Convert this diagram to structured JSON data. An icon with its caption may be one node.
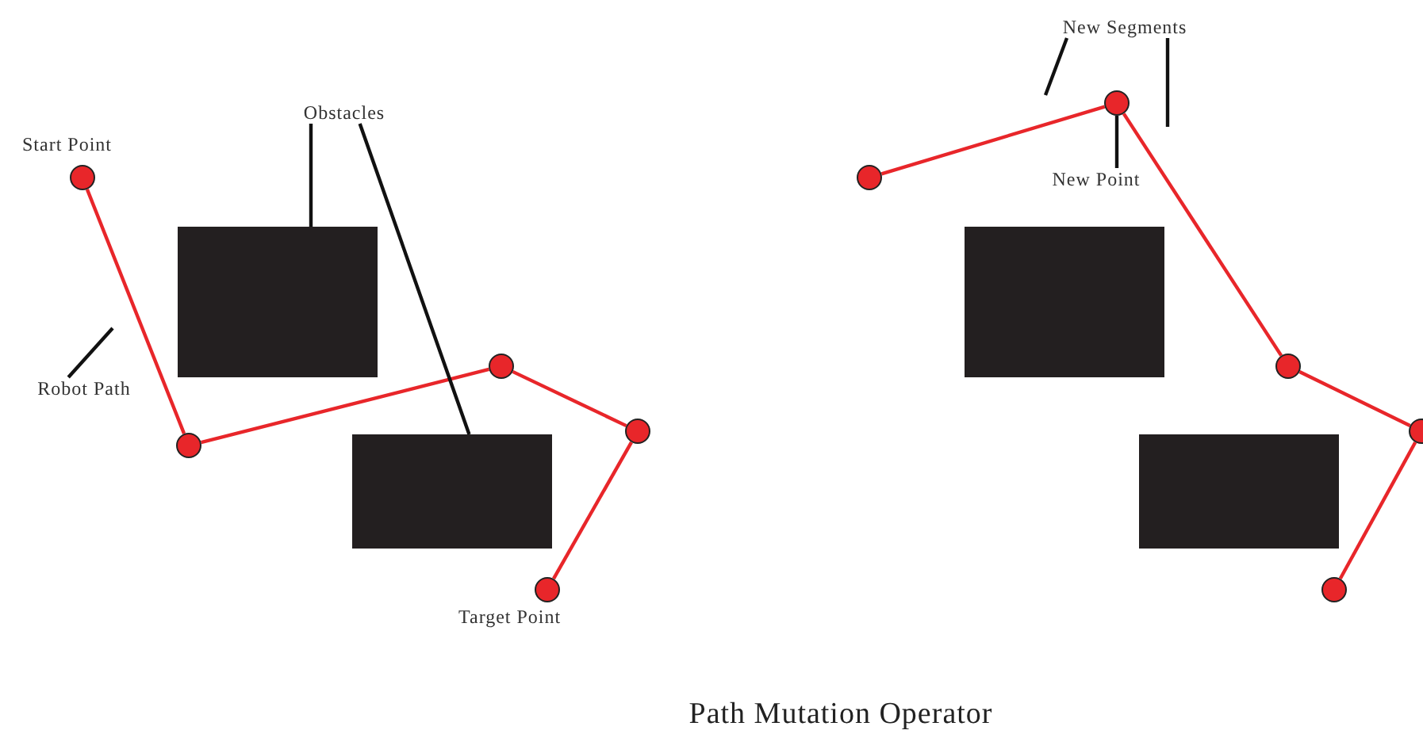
{
  "diagram": {
    "caption": "Path Mutation Operator",
    "nodes": [
      {
        "text": [
          "Obstacles"
        ]
      },
      {
        "text": [],
        "shape": "box"
      },
      {
        "text": [],
        "shape": "box"
      },
      {
        "text": [],
        "shape": "circle",
        "beside": [
          "Start Point"
        ]
      },
      {
        "text": [],
        "shape": "circle"
      },
      {
        "text": [],
        "shape": "circle"
      },
      {
        "text": [],
        "shape": "circle"
      },
      {
        "text": [],
        "shape": "circle",
        "beside": [
          "Target Point"
        ]
      },
      {
        "text": [
          "Robot Path"
        ]
      },
      {
        "text": [
          "New Segments"
        ]
      },
      {
        "text": [
          "New Point"
        ]
      },
      {
        "text": [],
        "shape": "box"
      },
      {
        "text": [],
        "shape": "box"
      },
      {
        "text": [],
        "shape": "circle"
      },
      {
        "text": [],
        "shape": "circle"
      },
      {
        "text": [],
        "shape": "circle"
      },
      {
        "text": [],
        "shape": "circle"
      },
      {
        "text": [],
        "shape": "circle"
      }
    ],
    "edges": [
      {
        "from": 3,
        "to": 4,
        "arrow": "none"
      },
      {
        "from": 4,
        "to": 5,
        "arrow": "none"
      },
      {
        "from": 5,
        "to": 6,
        "arrow": "none"
      },
      {
        "from": 6,
        "to": 7,
        "arrow": "none"
      },
      {
        "from": 13,
        "to": 14,
        "arrow": "none"
      },
      {
        "from": 14,
        "to": 15,
        "arrow": "none"
      },
      {
        "from": 15,
        "to": 16,
        "arrow": "none"
      },
      {
        "from": 16,
        "to": 17,
        "arrow": "none"
      },
      {
        "from": 0,
        "to": 1,
        "arrow": "none",
        "color": "#111111"
      },
      {
        "from": 0,
        "to": 2,
        "arrow": "none",
        "color": "#111111"
      },
      {
        "from": 8,
        "to": null,
        "arrow": "none",
        "color": "#111111"
      },
      {
        "from": 9,
        "to": null,
        "arrow": "none",
        "color": "#111111"
      },
      {
        "from": 9,
        "to": null,
        "arrow": "none",
        "color": "#111111"
      },
      {
        "from": 10,
        "to": 14,
        "arrow": "none",
        "color": "#111111"
      }
    ]
  }
}
